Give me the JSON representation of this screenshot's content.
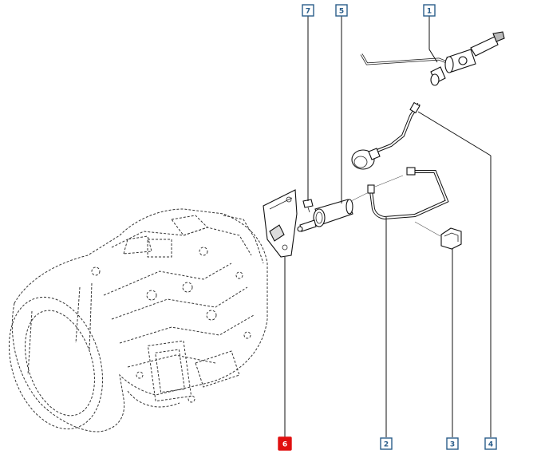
{
  "diagram": {
    "callouts": [
      {
        "id": "1",
        "label": "1",
        "selected": false
      },
      {
        "id": "2",
        "label": "2",
        "selected": false
      },
      {
        "id": "3",
        "label": "3",
        "selected": false
      },
      {
        "id": "4",
        "label": "4",
        "selected": false
      },
      {
        "id": "5",
        "label": "5",
        "selected": false
      },
      {
        "id": "6",
        "label": "6",
        "selected": true
      },
      {
        "id": "7",
        "label": "7",
        "selected": false
      }
    ],
    "colors": {
      "callout_border": "#2a5d8a",
      "selected_callout": "#e01010",
      "line_art": "#111111"
    }
  }
}
